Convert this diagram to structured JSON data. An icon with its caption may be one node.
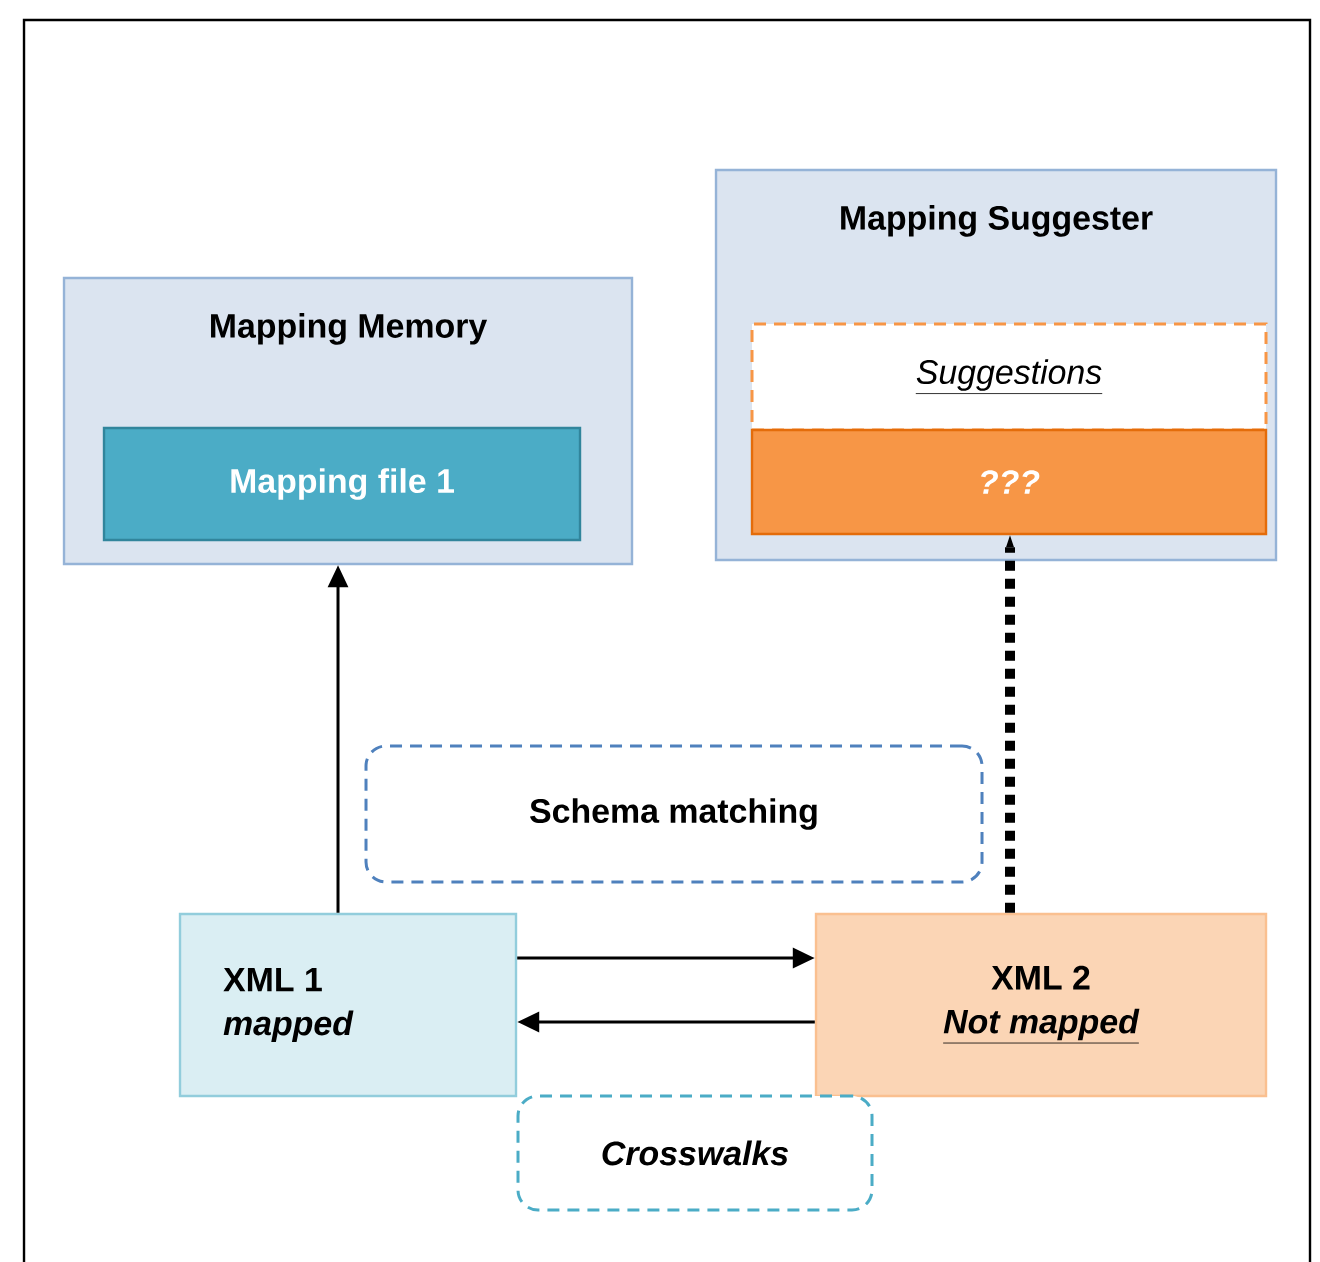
{
  "diagram": {
    "nodes": [
      {
        "text": [
          "Mapping Memory"
        ]
      },
      {
        "text": [
          "Mapping file 1"
        ],
        "in": 0
      },
      {
        "text": [
          "Mapping Suggester"
        ]
      },
      {
        "text": [
          "Suggestions"
        ],
        "in": 2
      },
      {
        "text": [
          "???"
        ],
        "in": 2
      },
      {
        "text": [
          "Schema matching"
        ]
      },
      {
        "text": [
          "XML 1",
          "mapped"
        ]
      },
      {
        "text": [
          "XML 2",
          "Not mapped"
        ]
      },
      {
        "text": [
          "Crosswalks"
        ]
      }
    ],
    "edges": [
      {
        "from": 6,
        "to": 0,
        "arrow": "to"
      },
      {
        "from": 7,
        "to": 4,
        "arrow": "to",
        "style": "dashed"
      },
      {
        "from": 6,
        "to": 7,
        "arrow": "to"
      },
      {
        "from": 7,
        "to": 6,
        "arrow": "to"
      }
    ]
  }
}
